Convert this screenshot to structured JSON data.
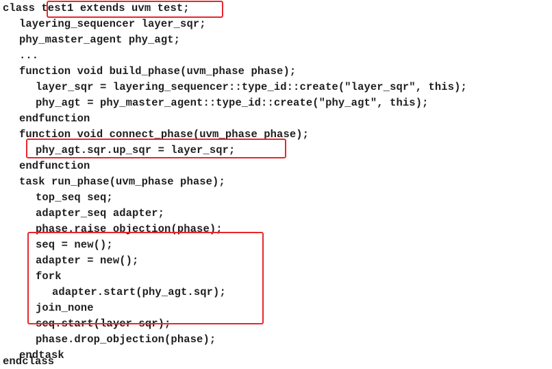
{
  "code": {
    "lines": [
      "class test1 extends uvm test;",
      "layering_sequencer layer_sqr;",
      "phy_master_agent phy_agt;",
      "...",
      "function void build_phase(uvm_phase phase);",
      "layer_sqr = layering_sequencer::type_id::create(\"layer_sqr\", this);",
      "phy_agt = phy_master_agent::type_id::create(\"phy_agt\", this);",
      "endfunction",
      "function void connect_phase(uvm_phase phase);",
      "phy_agt.sqr.up_sqr = layer_sqr;",
      "endfunction",
      "task run_phase(uvm_phase phase);",
      "top_seq seq;",
      "adapter_seq adapter;",
      "phase.raise_objection(phase);",
      "seq = new();",
      "adapter = new();",
      "fork",
      "adapter.start(phy_agt.sqr);",
      "join_none",
      "seq.start(layer sqr);",
      "phase.drop_objection(phase);",
      "endtask",
      "endclass"
    ]
  },
  "highlight_color": "#e8262a"
}
